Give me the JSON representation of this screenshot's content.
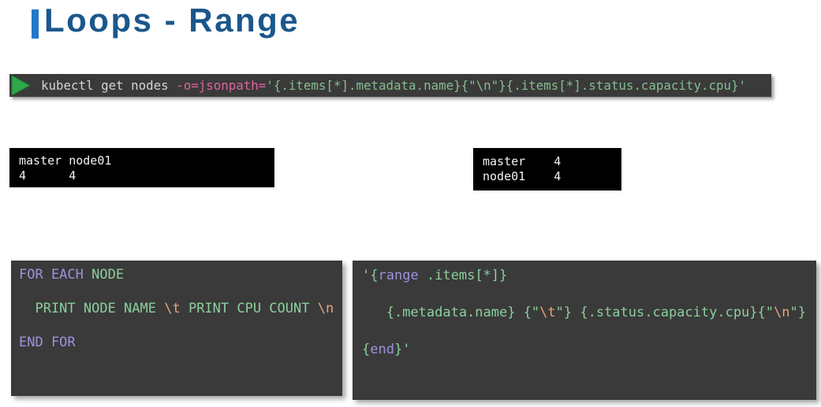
{
  "colors": {
    "gray": "#d4d4d4",
    "pink": "#e1639e",
    "cmdgreen": "#86bd90",
    "green": "#8bcf9d",
    "purple": "#9e92dd",
    "orange": "#e8a47b",
    "white": "#f2f2f2",
    "title_blue": "#1a578c",
    "accent_blue": "#2478c8",
    "box_dark": "#3a3a3a",
    "box_black": "#000000",
    "play_green": "#2fa84c"
  },
  "title": {
    "text": "Loops - Range"
  },
  "command_bar": {
    "icon": "play-icon",
    "segments": [
      {
        "t": "kubectl get nodes ",
        "c": "gray"
      },
      {
        "t": "-o=jsonpath=",
        "c": "pink"
      },
      {
        "t": "'{.items[*].metadata.name}{\"\\n\"}{.items[*].status.capacity.cpu}'",
        "c": "cmdgreen"
      }
    ]
  },
  "output_left": {
    "lines": [
      "master node01",
      "4      4"
    ]
  },
  "output_right": {
    "lines": [
      "master    4",
      "node01    4"
    ]
  },
  "pseudocode": {
    "lines": [
      [
        {
          "t": "FOR EACH ",
          "c": "purple"
        },
        {
          "t": "NODE",
          "c": "green"
        }
      ],
      [
        {
          "t": "  PRINT NODE NAME ",
          "c": "green"
        },
        {
          "t": "\\t",
          "c": "orange"
        },
        {
          "t": " PRINT CPU COUNT ",
          "c": "green"
        },
        {
          "t": "\\n",
          "c": "orange"
        }
      ],
      [
        {
          "t": "END FOR",
          "c": "purple"
        }
      ]
    ]
  },
  "jsonpath_code": {
    "lines": [
      [
        {
          "t": "'{",
          "c": "green"
        },
        {
          "t": "range",
          "c": "purple"
        },
        {
          "t": " .items[*]}",
          "c": "green"
        }
      ],
      [
        {
          "t": "   {.metadata.name} {\"",
          "c": "green"
        },
        {
          "t": "\\t",
          "c": "orange"
        },
        {
          "t": "\"} {.status.capacity.cpu}{\"",
          "c": "green"
        },
        {
          "t": "\\n",
          "c": "orange"
        },
        {
          "t": "\"}",
          "c": "green"
        }
      ],
      [
        {
          "t": "{",
          "c": "green"
        },
        {
          "t": "end",
          "c": "purple"
        },
        {
          "t": "}'",
          "c": "green"
        }
      ]
    ]
  }
}
